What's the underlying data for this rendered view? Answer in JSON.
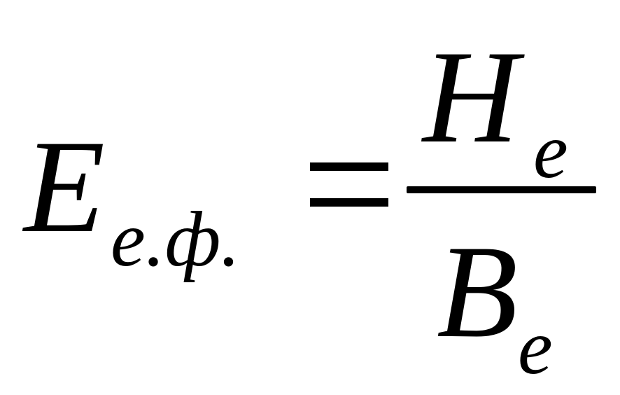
{
  "formula": {
    "lhs": {
      "symbol": "E",
      "subscript": "е.ф."
    },
    "equals": "=",
    "numerator": {
      "symbol": "H",
      "subscript": "e"
    },
    "denominator": {
      "symbol": "B",
      "subscript": "e"
    }
  },
  "colors": {
    "background": "#ffffff",
    "ink": "#000000"
  }
}
